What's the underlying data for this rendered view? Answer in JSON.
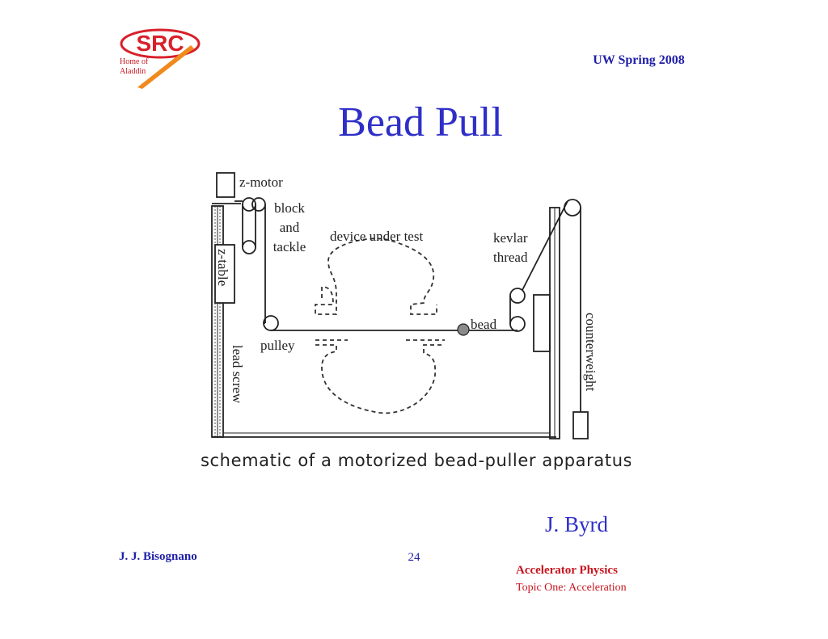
{
  "header": {
    "logo": {
      "text": "SRC",
      "subtitle_line1": "Home of",
      "subtitle_line2": "Aladdin"
    },
    "course_term": "UW Spring 2008"
  },
  "slide": {
    "title": "Bead Pull"
  },
  "diagram": {
    "labels": {
      "z_motor": "z-motor",
      "block": "block",
      "and": "and",
      "tackle": "tackle",
      "device_under_test": "device under test",
      "kevlar": "kevlar",
      "thread": "thread",
      "z_table": "z-table",
      "bead": "bead",
      "pulley": "pulley",
      "lead_screw": "lead screw",
      "counterweight": "counterweight"
    },
    "caption": "schematic of a motorized bead-puller apparatus"
  },
  "author": "J. Byrd",
  "footer": {
    "left": "J. J. Bisognano",
    "page_number": "24",
    "course": "Accelerator Physics",
    "topic": "Topic One: Acceleration"
  },
  "colors": {
    "title": "#2f2fc8",
    "header_footer": "#1f1fa8",
    "accent_red": "#c8141e",
    "logo_red": "#d8202a",
    "logo_orange": "#f08a1e"
  }
}
